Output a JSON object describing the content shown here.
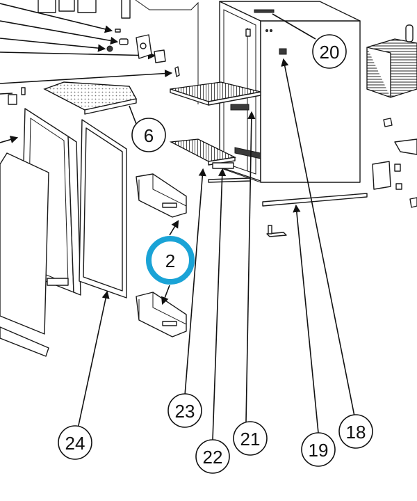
{
  "highlight_color": "#1aa3d6",
  "ink_color": "#111111",
  "callouts": {
    "c2": {
      "label": "2",
      "highlighted": true
    },
    "c6": {
      "label": "6"
    },
    "c18": {
      "label": "18"
    },
    "c19": {
      "label": "19"
    },
    "c20": {
      "label": "20"
    },
    "c21": {
      "label": "21"
    },
    "c22": {
      "label": "22"
    },
    "c23": {
      "label": "23"
    },
    "c24": {
      "label": "24"
    }
  }
}
